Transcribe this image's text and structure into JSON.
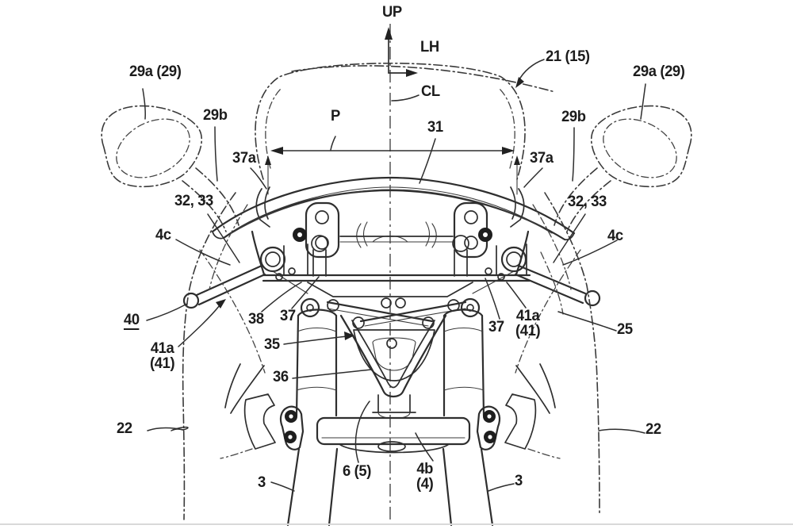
{
  "figure": {
    "kind": "patent line drawing",
    "subject": "motorcycle front cowl, mirror and handlebar mounting structure (front view)",
    "background_color": "#ffffff",
    "line_color": "#2e2e2e",
    "axes": {
      "up": "UP",
      "lh": "LH"
    },
    "centerline_label": "CL",
    "dimension_label": "P"
  },
  "labels": {
    "up": {
      "text": "UP"
    },
    "lh": {
      "text": "LH"
    },
    "cl": {
      "text": "CL"
    },
    "p": {
      "text": "P"
    },
    "n21_15": {
      "text": "21 (15)"
    },
    "n29a_left": {
      "text": "29a (29)"
    },
    "n29a_right": {
      "text": "29a (29)"
    },
    "n29b_left": {
      "text": "29b"
    },
    "n29b_right": {
      "text": "29b"
    },
    "n37a_left": {
      "text": "37a"
    },
    "n37a_right": {
      "text": "37a"
    },
    "n31": {
      "text": "31"
    },
    "n32_33_left": {
      "text": "32, 33"
    },
    "n32_33_right": {
      "text": "32, 33"
    },
    "n4c_left": {
      "text": "4c"
    },
    "n4c_right": {
      "text": "4c"
    },
    "n40": {
      "text": "40"
    },
    "n38": {
      "text": "38"
    },
    "n37_left": {
      "text": "37"
    },
    "n37_right": {
      "text": "37"
    },
    "n41a_left": {
      "line1": "41a",
      "line2": "(41)"
    },
    "n41a_right": {
      "line1": "41a",
      "line2": "(41)"
    },
    "n35": {
      "text": "35"
    },
    "n36": {
      "text": "36"
    },
    "n25": {
      "text": "25"
    },
    "n22_left": {
      "text": "22"
    },
    "n22_right": {
      "text": "22"
    },
    "n3_left": {
      "text": "3"
    },
    "n3_right": {
      "text": "3"
    },
    "n6_5": {
      "text": "6 (5)"
    },
    "n4b_4": {
      "line1": "4b",
      "line2": "(4)"
    }
  }
}
